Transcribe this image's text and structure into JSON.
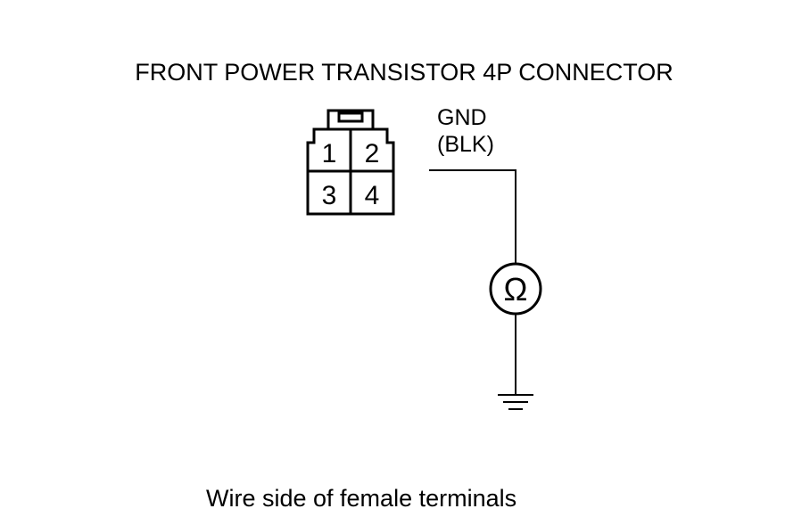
{
  "title": "FRONT POWER TRANSISTOR 4P CONNECTOR",
  "connector": {
    "terminals": [
      "1",
      "2",
      "3",
      "4"
    ]
  },
  "wire": {
    "name": "GND",
    "color_code": "(BLK)"
  },
  "meter": {
    "symbol": "Ω"
  },
  "caption": "Wire side of female terminals"
}
